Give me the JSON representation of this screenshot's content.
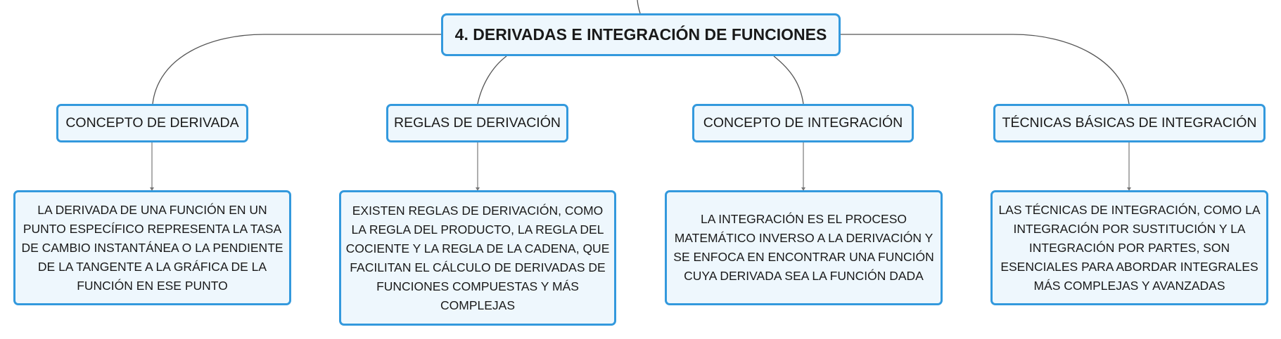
{
  "root": {
    "label": "4. DERIVADAS E INTEGRACIÓN DE FUNCIONES"
  },
  "topics": [
    {
      "label": "CONCEPTO DE DERIVADA",
      "detail": "LA DERIVADA DE UNA FUNCIÓN EN UN PUNTO ESPECÍFICO REPRESENTA LA TASA DE CAMBIO INSTANTÁNEA O LA PENDIENTE DE LA TANGENTE A LA GRÁFICA DE LA FUNCIÓN EN ESE PUNTO"
    },
    {
      "label": "REGLAS DE DERIVACIÓN",
      "detail": "EXISTEN REGLAS DE DERIVACIÓN, COMO LA REGLA DEL PRODUCTO, LA REGLA DEL COCIENTE Y LA REGLA DE LA CADENA, QUE FACILITAN EL CÁLCULO DE DERIVADAS DE FUNCIONES COMPUESTAS Y MÁS COMPLEJAS"
    },
    {
      "label": "CONCEPTO DE INTEGRACIÓN",
      "detail": "LA INTEGRACIÓN ES EL PROCESO MATEMÁTICO INVERSO A LA DERIVACIÓN Y SE ENFOCA EN ENCONTRAR UNA FUNCIÓN CUYA DERIVADA SEA LA FUNCIÓN DADA"
    },
    {
      "label": "TÉCNICAS BÁSICAS DE INTEGRACIÓN",
      "detail": "LAS TÉCNICAS DE INTEGRACIÓN, COMO LA INTEGRACIÓN POR SUSTITUCIÓN Y LA INTEGRACIÓN POR PARTES, SON ESENCIALES PARA ABORDAR INTEGRALES MÁS COMPLEJAS Y AVANZADAS"
    }
  ],
  "colors": {
    "node_border": "#3399dd",
    "node_fill": "#eef7fd",
    "connector": "#555555",
    "text": "#1a1a1a"
  }
}
